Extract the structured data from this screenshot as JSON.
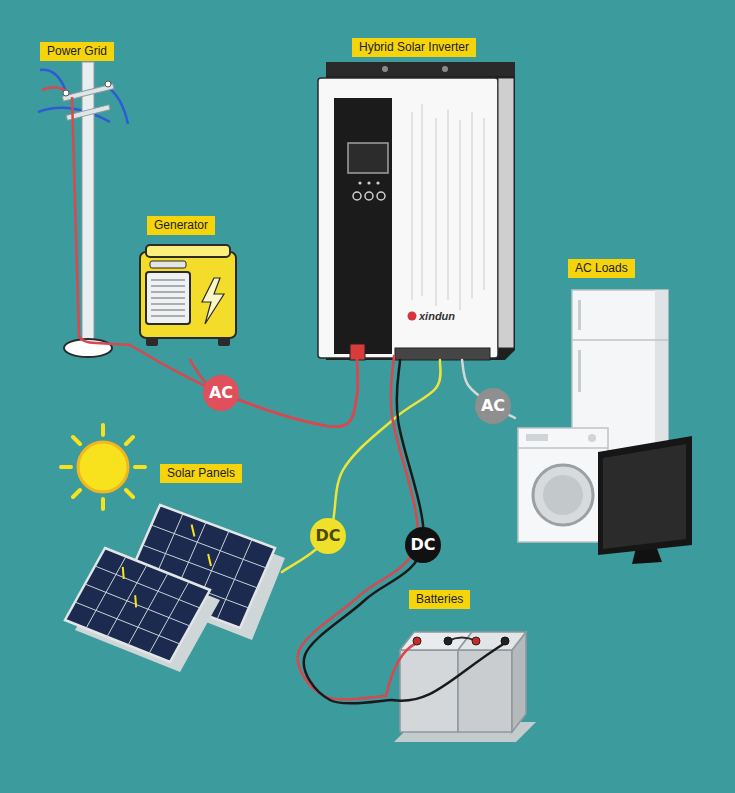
{
  "diagram": {
    "nodes": [
      {
        "text": [
          "Power Grid"
        ]
      },
      {
        "text": [
          "Hybrid Solar Inverter"
        ]
      },
      {
        "text": [
          "Generator"
        ]
      },
      {
        "text": [
          "AC Loads"
        ]
      },
      {
        "text": [
          "Solar Panels"
        ]
      },
      {
        "text": [
          "Batteries"
        ]
      }
    ],
    "edges": [
      {
        "from": 0,
        "to": 1,
        "label": "AC",
        "arrow": "none"
      },
      {
        "from": 2,
        "to": 1,
        "arrow": "none"
      },
      {
        "from": 1,
        "to": 3,
        "label": "AC",
        "arrow": "none"
      },
      {
        "from": 4,
        "to": 1,
        "label": "DC",
        "arrow": "none"
      },
      {
        "from": 1,
        "to": 5,
        "label": "DC",
        "arrow": "none"
      }
    ],
    "labels": [
      "xindun"
    ]
  }
}
